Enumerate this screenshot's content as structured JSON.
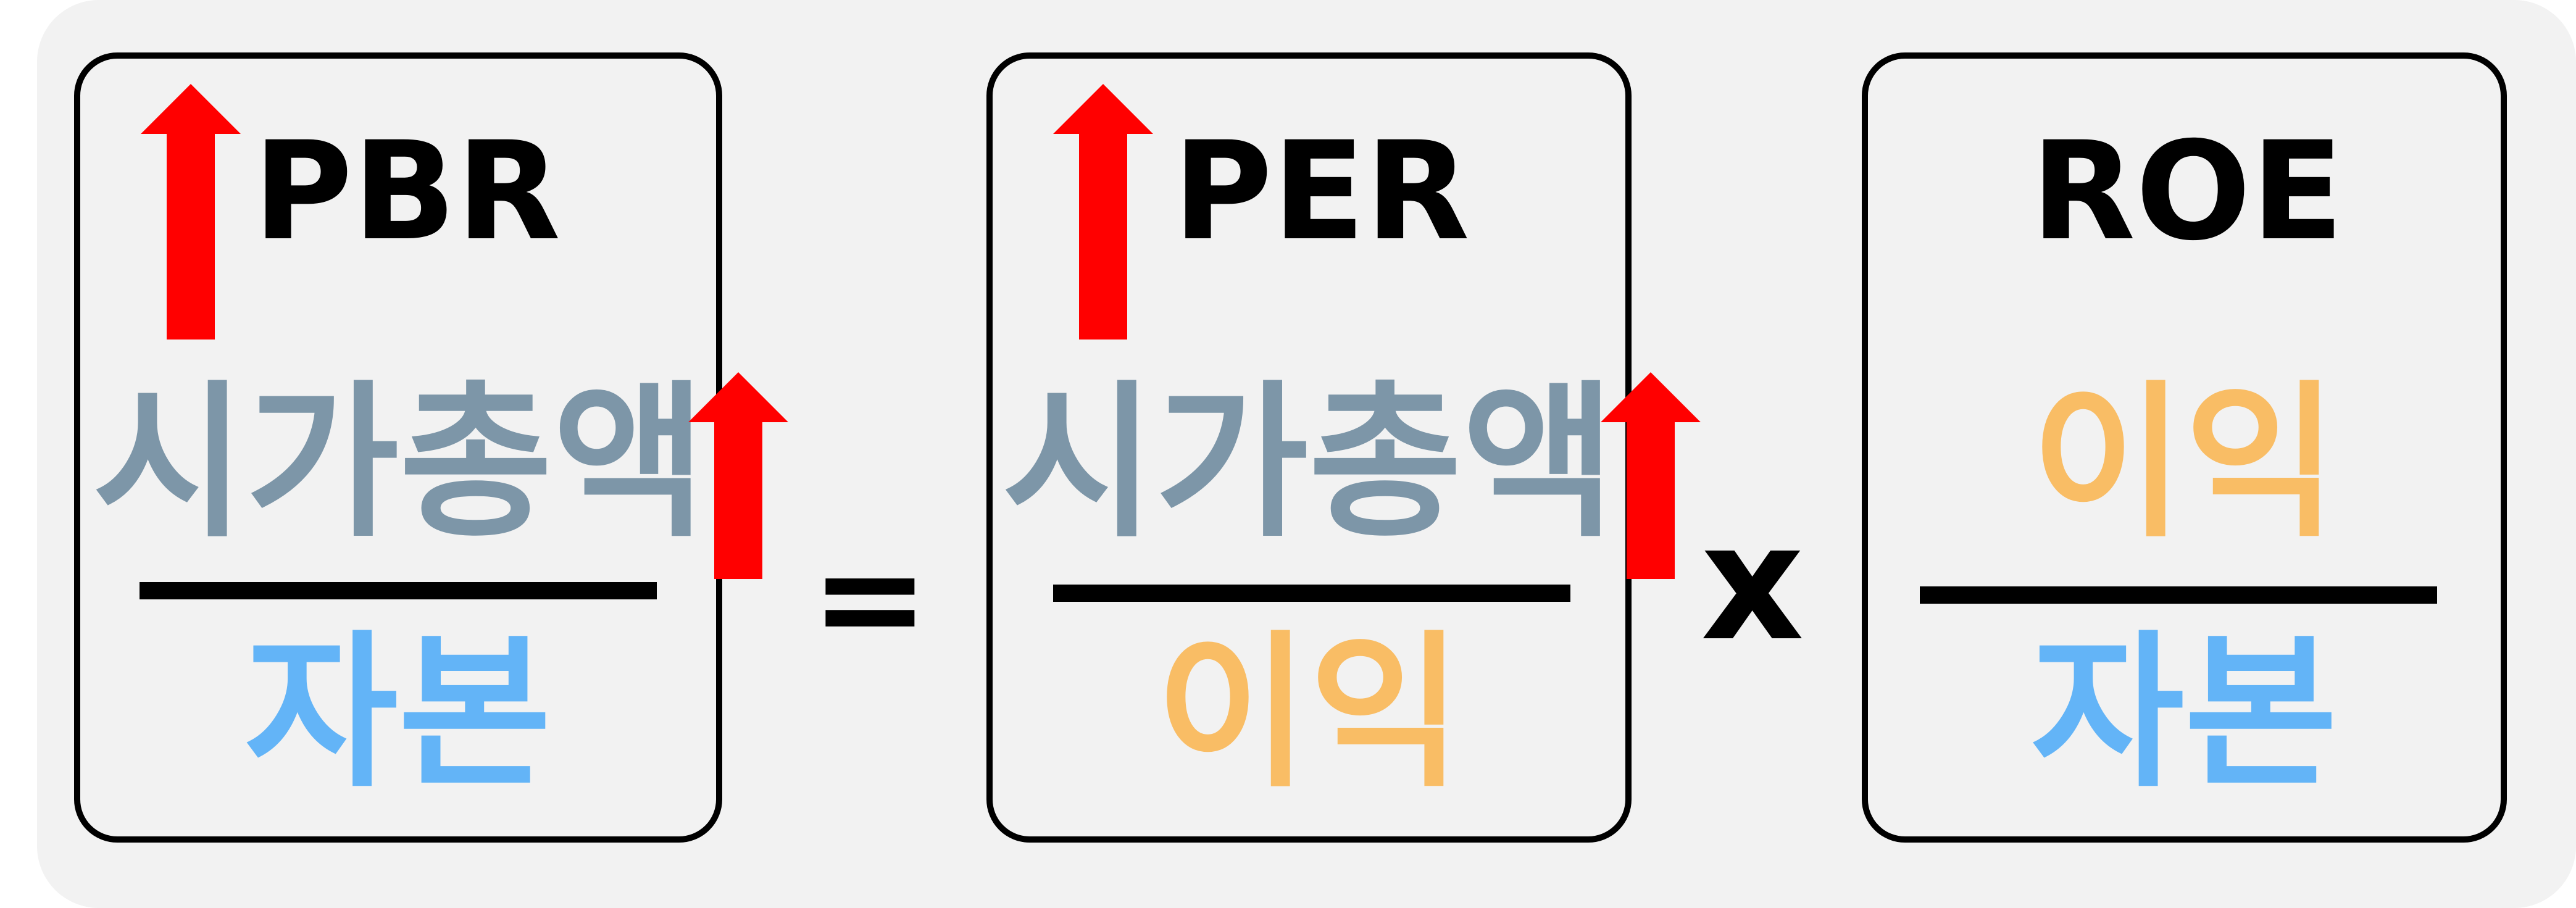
{
  "colors": {
    "background": "#f2f2f2",
    "card_border": "#000000",
    "arrow": "#ff0000",
    "market_cap": "#7d96a8",
    "equity": "#63b4f7",
    "profit": "#f9bd65",
    "text": "#000000"
  },
  "pbr": {
    "title": "PBR",
    "numerator": "시가총액",
    "denominator": "자본"
  },
  "operators": {
    "equals": "=",
    "times": "x"
  },
  "per": {
    "title": "PER",
    "numerator": "시가총액",
    "denominator": "이익"
  },
  "roe": {
    "title": "ROE",
    "numerator": "이익",
    "denominator": "자본"
  },
  "icons": {
    "up_arrow": "arrow-up-icon"
  }
}
